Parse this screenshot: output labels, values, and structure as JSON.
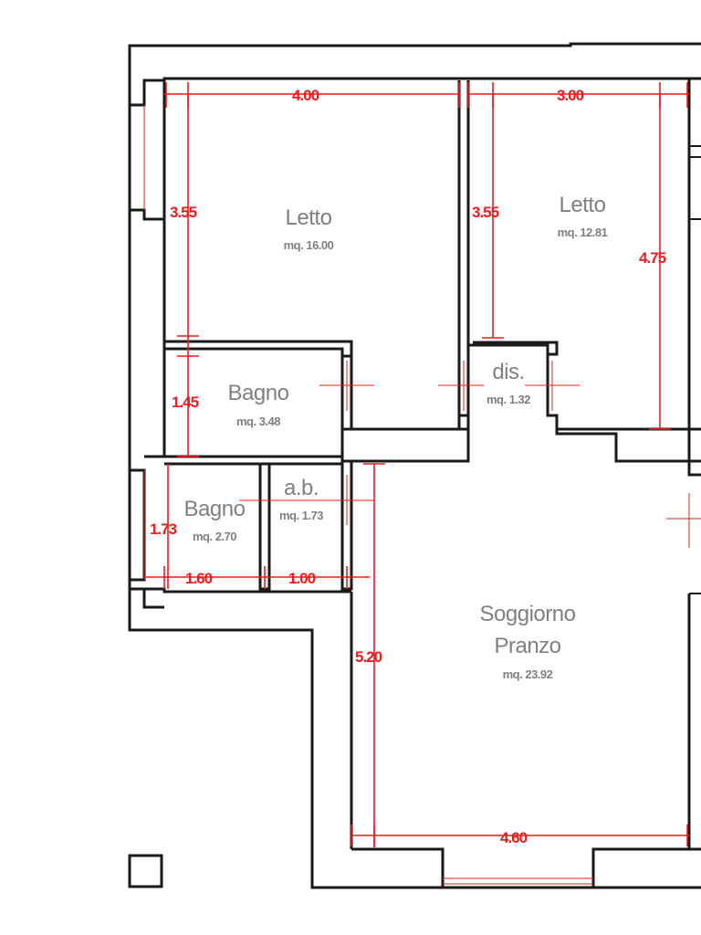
{
  "rooms": {
    "letto1": {
      "name": "Letto",
      "area": "mq. 16.00"
    },
    "letto2": {
      "name": "Letto",
      "area": "mq. 12.81"
    },
    "bagno1": {
      "name": "Bagno",
      "area": "mq. 3.48"
    },
    "dis": {
      "name": "dis.",
      "area": "mq. 1.32"
    },
    "bagno2": {
      "name": "Bagno",
      "area": "mq. 2.70"
    },
    "ab": {
      "name": "a.b.",
      "area": "mq. 1.73"
    },
    "soggiorno": {
      "name_line1": "Soggiorno",
      "name_line2": "Pranzo",
      "area": "mq. 23.92"
    }
  },
  "dimensions": {
    "letto1_width": "4.00",
    "letto2_width": "3.00",
    "letto1_height": "3.55",
    "letto2_height_left": "3.55",
    "letto2_height_right": "4.75",
    "bagno1_height": "1.45",
    "bagno2_height": "1.73",
    "bagno2_width": "1.60",
    "ab_width": "1.00",
    "soggiorno_height": "5.20",
    "soggiorno_width": "4.60"
  },
  "colors": {
    "dimension": "#ee1c1c",
    "walls": "#1a1a1a",
    "labels": "#808080"
  }
}
